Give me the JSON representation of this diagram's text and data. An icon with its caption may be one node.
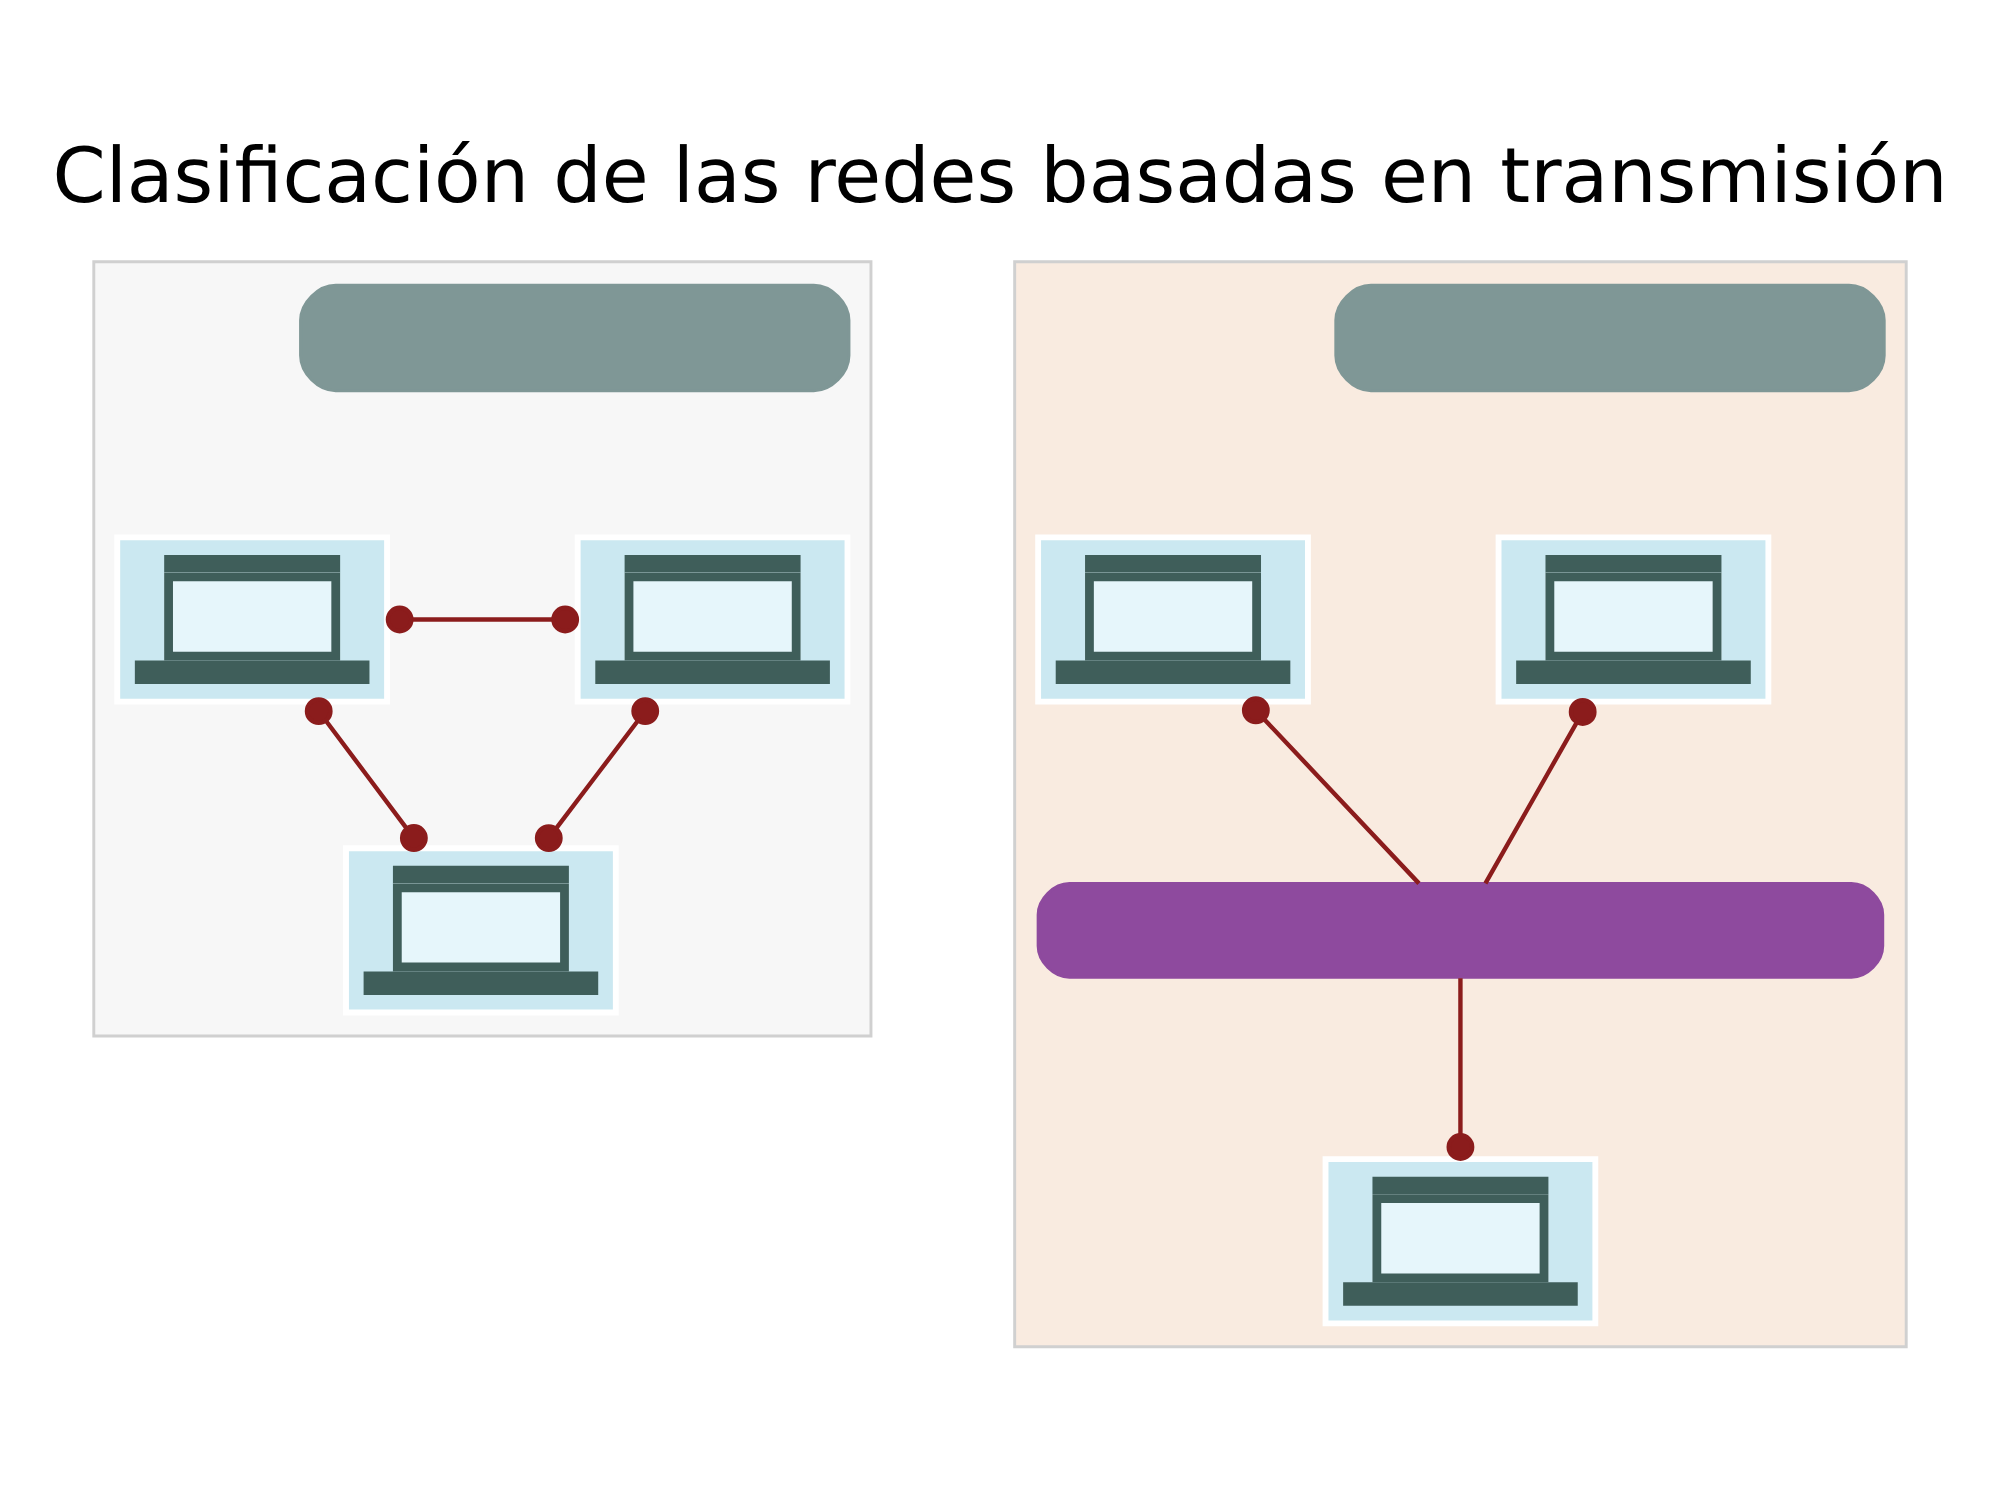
{
  "diagram": {
    "title": "Clasificación de las redes basadas en transmisión",
    "nodes": [
      {
        "text": [],
        "shape": "box"
      },
      {
        "text": [],
        "shape": "box",
        "in": 0
      },
      {
        "text": [],
        "shape": "picture",
        "in": 0
      },
      {
        "text": [],
        "shape": "picture",
        "in": 0
      },
      {
        "text": [],
        "shape": "picture",
        "in": 0
      },
      {
        "text": [],
        "shape": "box"
      },
      {
        "text": [],
        "shape": "box",
        "in": 5
      },
      {
        "text": [],
        "shape": "picture",
        "in": 5
      },
      {
        "text": [],
        "shape": "picture",
        "in": 5
      },
      {
        "text": [],
        "shape": "bar",
        "in": 5
      },
      {
        "text": [],
        "shape": "picture",
        "in": 5
      }
    ],
    "edges": [
      {
        "from": 2,
        "to": 3,
        "arrow": "other"
      },
      {
        "from": 2,
        "to": 4,
        "arrow": "other"
      },
      {
        "from": 3,
        "to": 4,
        "arrow": "other"
      },
      {
        "from": 7,
        "to": 9,
        "arrow": "other"
      },
      {
        "from": 8,
        "to": 9,
        "arrow": "other"
      },
      {
        "from": 9,
        "to": 10,
        "arrow": "other"
      }
    ]
  }
}
